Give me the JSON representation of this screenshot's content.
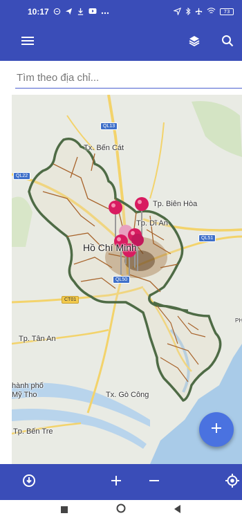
{
  "status_bar": {
    "time": "10:17",
    "left_icons": [
      "chat-bubble-icon",
      "telegram-icon",
      "download-icon",
      "youtube-icon",
      "more-icon"
    ],
    "right_icons": [
      "location-arrow-icon",
      "bluetooth-icon",
      "airplane-icon",
      "wifi-icon",
      "battery-icon"
    ],
    "battery_level": "73"
  },
  "app_bar": {
    "icons": [
      "menu-icon",
      "layers-icon",
      "search-icon"
    ]
  },
  "search": {
    "placeholder": "Tìm theo địa chỉ..."
  },
  "map": {
    "labels": {
      "ben_cat": "Tx. Bến Cát",
      "bien_hoa": "Tp. Biên Hòa",
      "di_an": "Tp. Dĩ An",
      "ho_chi_minh": "Hồ Chí Minh",
      "tan_an": "Tp. Tân An",
      "my_tho_1": "hành phố",
      "my_tho_2": "Mỹ Tho",
      "go_cong": "Tx. Gò Công",
      "ben_tre": "Tp. Bến Tre",
      "ph": "PH"
    },
    "roads": {
      "ql13": "QL13",
      "ql22": "QL22",
      "ql51": "QL51",
      "ql50": "QL50",
      "ct01": "CT01"
    },
    "colors": {
      "water": "#a9cbe8",
      "land": "#e9ebe4",
      "boundary": "#4e6b45",
      "district": "#a8642c",
      "marker": "#d81b60",
      "road_yellow": "#f3d36b"
    }
  },
  "fab": {
    "icon": "plus-icon",
    "color": "#4a72e0"
  },
  "bottom_bar": {
    "icons": [
      "download-circle-icon",
      "zoom-in-icon",
      "zoom-out-icon",
      "my-location-icon"
    ]
  },
  "nav_bar": {
    "icons": [
      "recent-apps-icon",
      "home-icon",
      "back-icon"
    ]
  },
  "theme": {
    "primary": "#3a4db8"
  }
}
